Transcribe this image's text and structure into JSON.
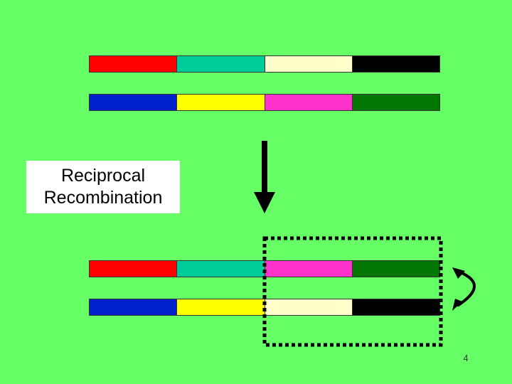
{
  "slide": {
    "background": "#66FF66",
    "label_line1": "Reciprocal",
    "label_line2": "Recombination",
    "page_number": "4"
  },
  "before": {
    "chromosome_1": [
      "#FF0000",
      "#00CC99",
      "#FFFFCC",
      "#000000"
    ],
    "chromosome_2": [
      "#0022CC",
      "#FFFF00",
      "#FF33CC",
      "#007700"
    ]
  },
  "after": {
    "chromosome_1": [
      "#FF0000",
      "#00CC99",
      "#FF33CC",
      "#007700"
    ],
    "chromosome_2": [
      "#0022CC",
      "#FFFF00",
      "#FFFFCC",
      "#000000"
    ]
  }
}
